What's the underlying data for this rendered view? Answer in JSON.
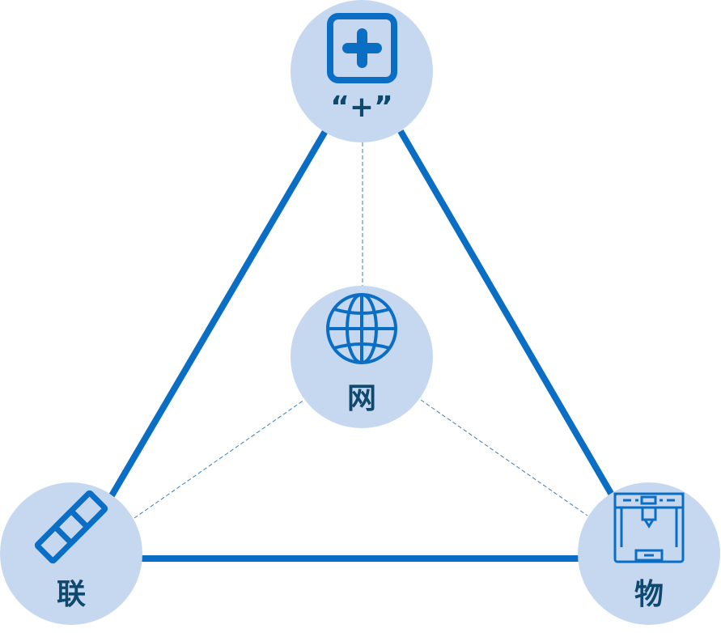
{
  "colors": {
    "circle_fill": "#c5d8f0",
    "line": "#0a6ec4",
    "icon": "#0a6ec4",
    "label": "#0f4a6e",
    "dashed": "#3d7fb0"
  },
  "nodes": {
    "top": {
      "label": "“+”",
      "icon": "plus-square-icon"
    },
    "center": {
      "label": "网",
      "icon": "globe-icon"
    },
    "left": {
      "label": "联",
      "icon": "link-icon"
    },
    "right": {
      "label": "物",
      "icon": "3d-printer-icon"
    }
  }
}
